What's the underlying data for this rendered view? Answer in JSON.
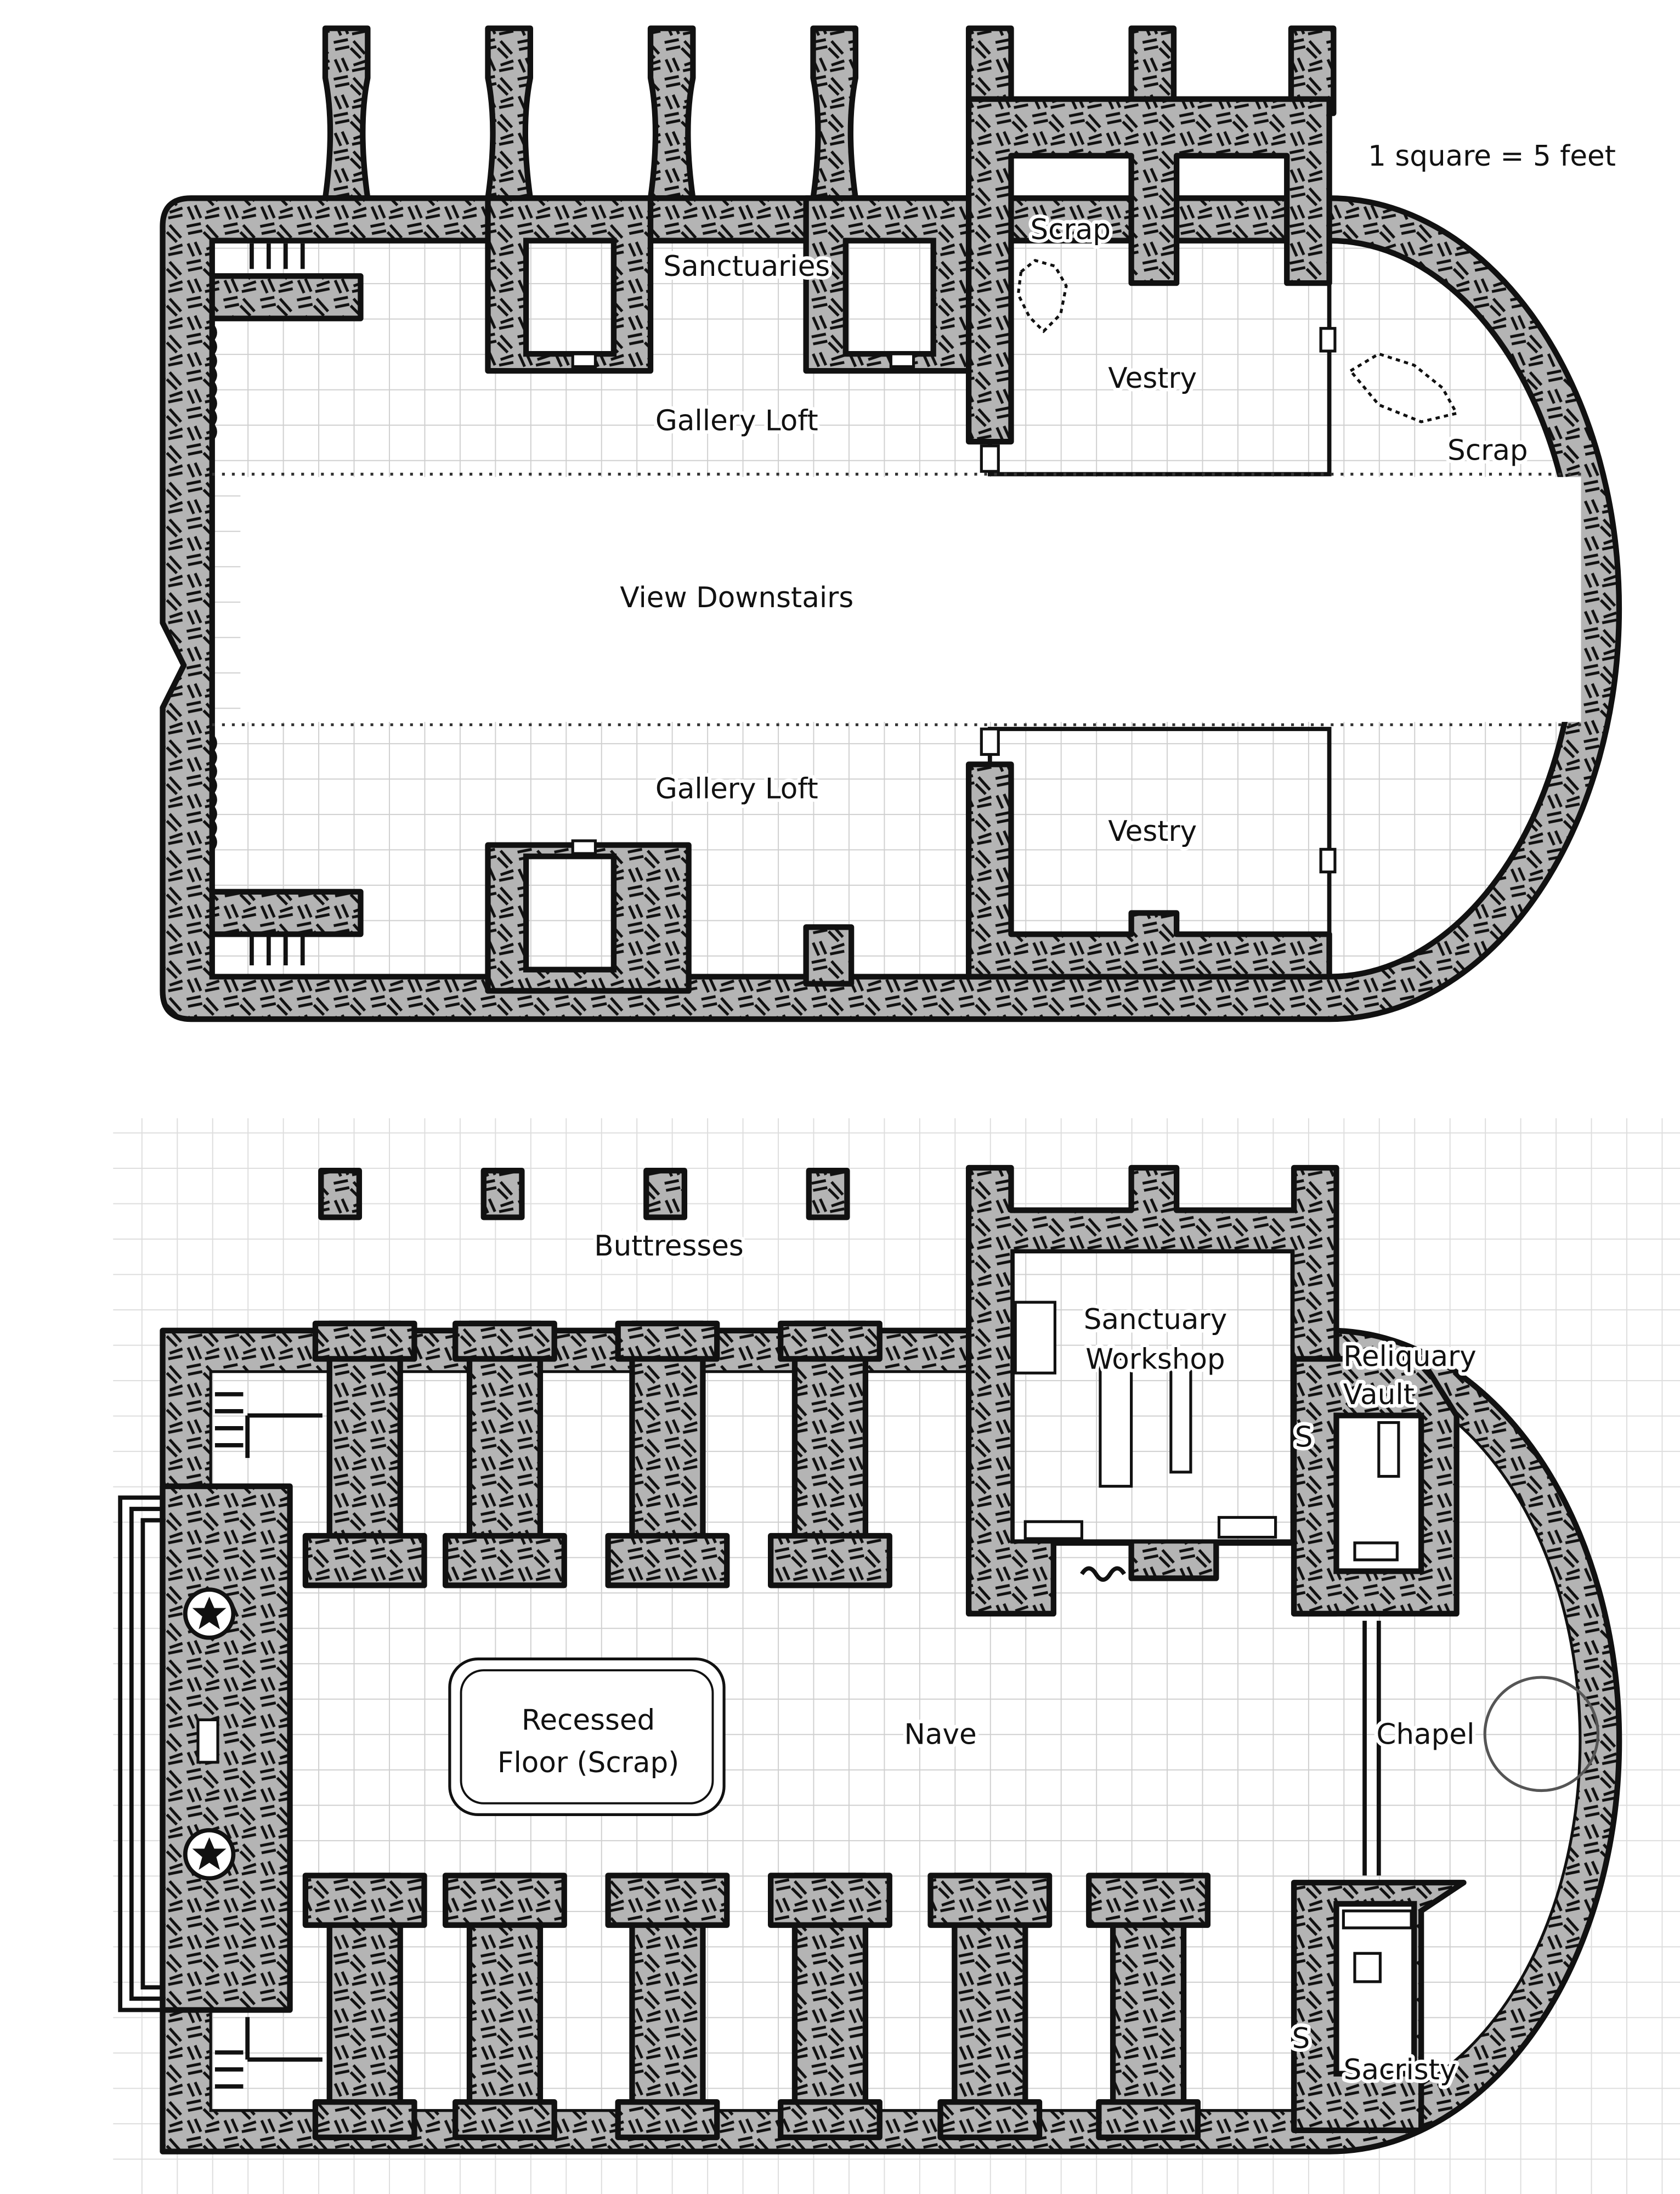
{
  "scale_note": "1 square = 5 feet",
  "upper_floor": {
    "labels": {
      "sanctuaries": "Sanctuaries",
      "scrap_1": "Scrap",
      "vestry_1": "Vestry",
      "scrap_2": "Scrap",
      "gallery_loft_1": "Gallery Loft",
      "view_downstairs": "View Downstairs",
      "gallery_loft_2": "Gallery Loft",
      "vestry_2": "Vestry"
    }
  },
  "ground_floor": {
    "labels": {
      "buttresses": "Buttresses",
      "sanctuary_workshop_1": "Sanctuary",
      "sanctuary_workshop_2": "Workshop",
      "reliquary_vault_1": "Reliquary",
      "reliquary_vault_2": "Vault",
      "recessed_floor_1": "Recessed",
      "recessed_floor_2": "Floor (Scrap)",
      "nave": "Nave",
      "chapel": "Chapel",
      "sacristy": "Sacristy",
      "secret_door_1": "S",
      "secret_door_2": "S"
    }
  },
  "colors": {
    "wall": "#b4b4b4",
    "outline": "#111111",
    "grid": "#cfcfcf"
  }
}
